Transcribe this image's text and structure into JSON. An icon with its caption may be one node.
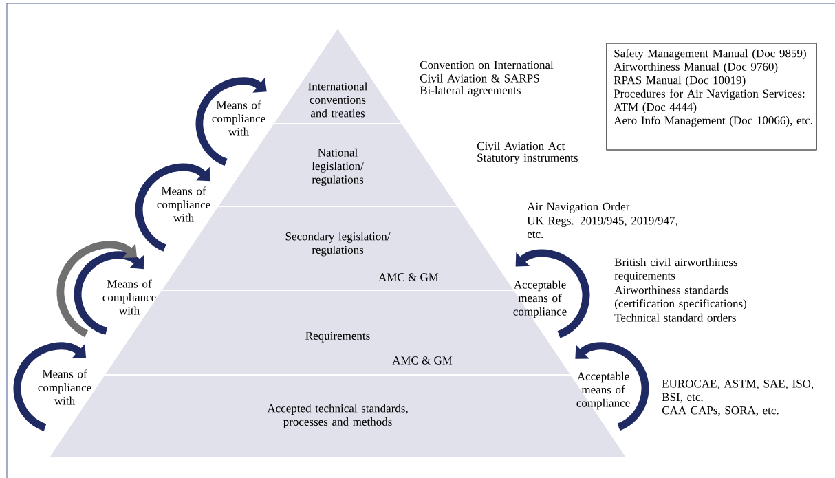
{
  "diagram": {
    "nodes": [
      {
        "text": [
          "International conventions and treaties"
        ],
        "beside": [
          "Convention on International Civil Aviation & SARPS",
          "Bi-lateral agreements"
        ]
      },
      {
        "text": [
          "National legislation/ regulations"
        ],
        "beside": [
          "Civil Aviation Act",
          "Statutory instruments"
        ]
      },
      {
        "text": [
          "Secondary legislation/ regulations",
          "AMC & GM"
        ],
        "beside": [
          "Air Navigation Order",
          "UK Regs. 2019/945, 2019/947, etc."
        ]
      },
      {
        "text": [
          "Requirements",
          "AMC & GM"
        ],
        "beside": [
          "British civil airworthiness requirements",
          "Airworthiness standards (certification specifications)",
          "Technical standard orders"
        ]
      },
      {
        "text": [
          "Accepted technical standards, processes and methods"
        ],
        "beside": [
          "EUROCAE, ASTM, SAE, ISO, BSI, etc.",
          "CAA CAPs, SORA, etc."
        ]
      },
      {
        "text": [
          "Safety Management Manual (Doc 9859)",
          "Airworthiness Manual (Doc 9760)",
          "RPAS Manual (Doc 10019)",
          "Procedures for Air Navigation Services: ATM (Doc 4444)",
          "Aero Info Management (Doc 10066), etc."
        ]
      }
    ],
    "edges": [
      {
        "from": 1,
        "to": 0,
        "arrow": "to",
        "label": "Means of compliance with"
      },
      {
        "from": 2,
        "to": 1,
        "arrow": "to",
        "label": "Means of compliance with"
      },
      {
        "from": 3,
        "to": 2,
        "arrow": "to",
        "color": "#707070"
      },
      {
        "from": 3,
        "to": 2,
        "arrow": "to",
        "label": "Means of compliance with"
      },
      {
        "from": 4,
        "to": 3,
        "arrow": "to",
        "label": "Means of compliance with"
      },
      {
        "from": 3,
        "to": 2,
        "arrow": "to",
        "label": "Acceptable means of compliance"
      },
      {
        "from": 4,
        "to": 3,
        "arrow": "to",
        "label": "Acceptable means of compliance"
      }
    ]
  }
}
